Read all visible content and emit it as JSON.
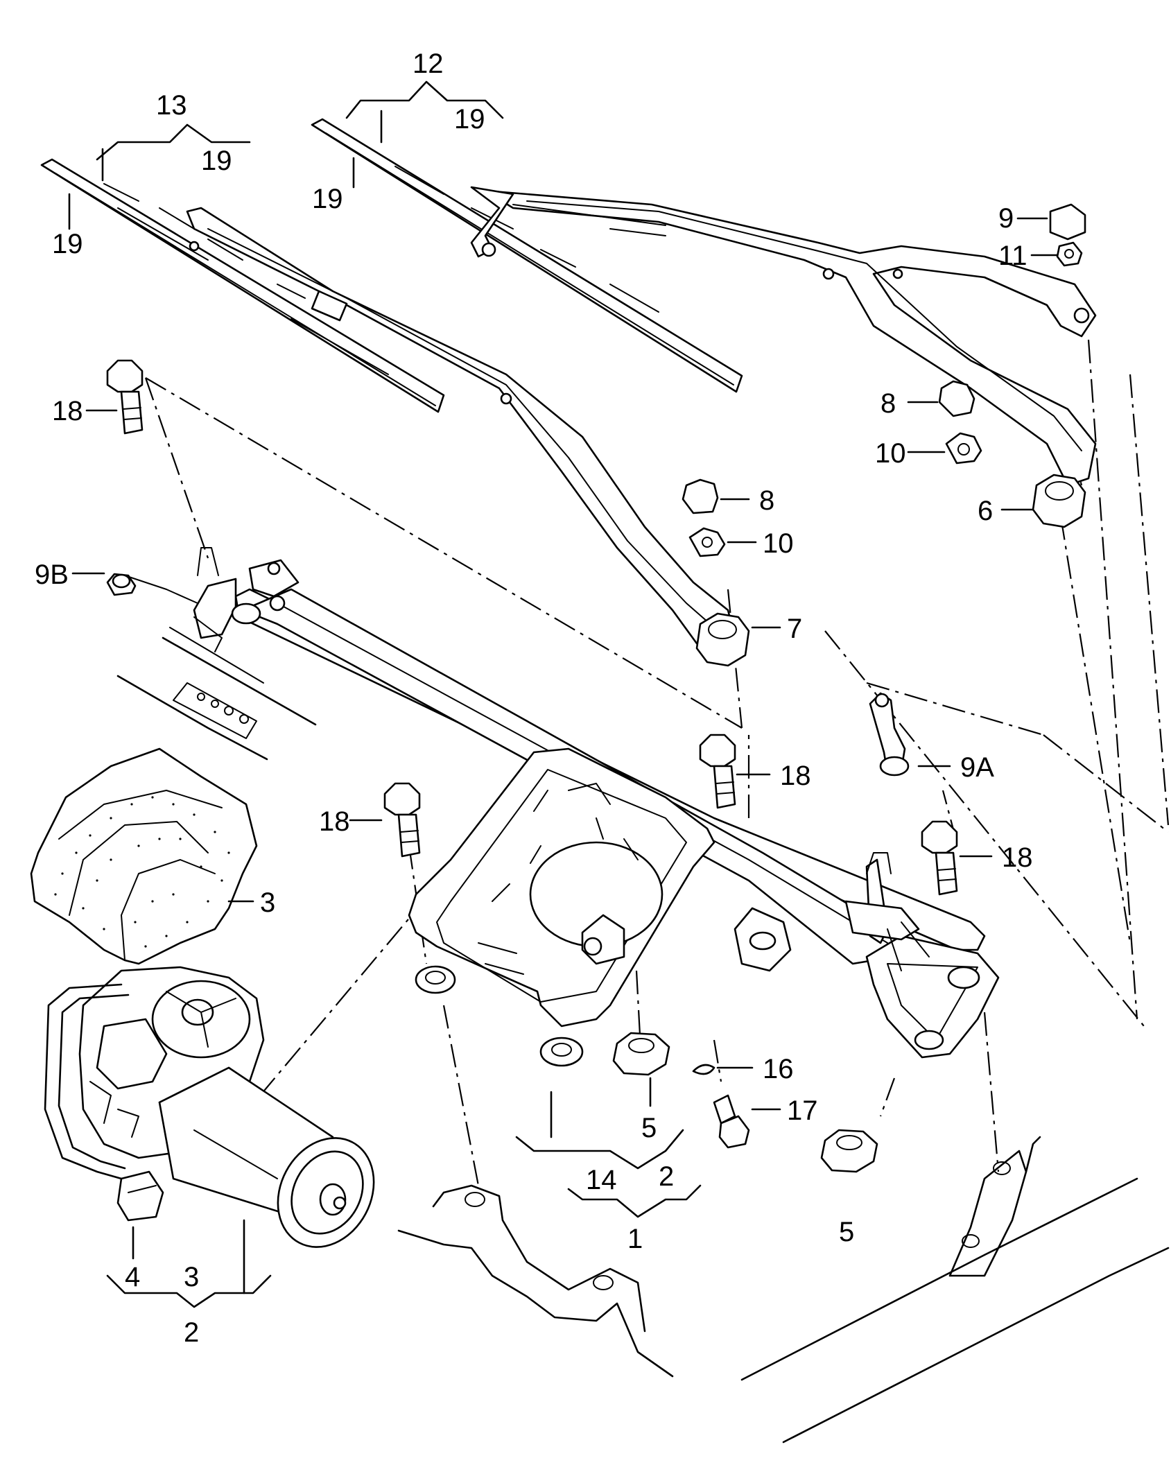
{
  "diagram": {
    "colors": {
      "line": "#000000",
      "background": "#ffffff"
    },
    "labels": {
      "13": "13",
      "19_a": "19",
      "19_b": "19",
      "12": "12",
      "19_c": "19",
      "19_d": "19",
      "9": "9",
      "11": "11",
      "8_right": "8",
      "10_right": "10",
      "6": "6",
      "18_topleft": "18",
      "8_mid": "8",
      "10_mid": "10",
      "7": "7",
      "9B": "9B",
      "9A": "9A",
      "18_center": "18",
      "18_left": "18",
      "18_right": "18",
      "3_cover": "3",
      "16": "16",
      "17": "17",
      "5_center": "5",
      "5_right": "5",
      "14": "14",
      "2_group": "2",
      "1": "1",
      "4": "4",
      "3_motor": "3",
      "2_motor": "2"
    }
  }
}
